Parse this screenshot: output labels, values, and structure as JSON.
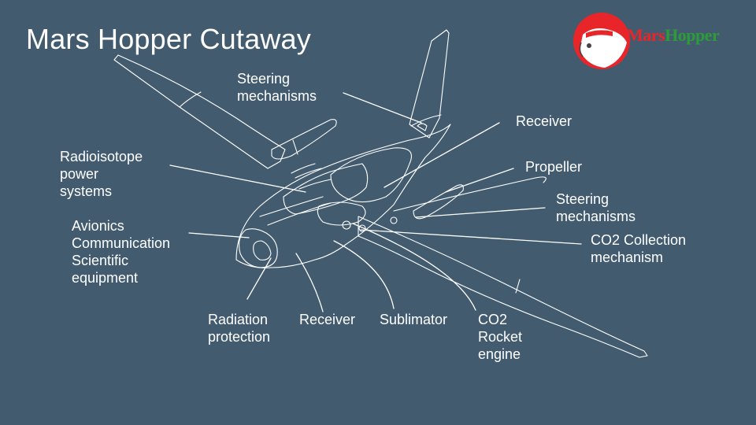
{
  "title": "Mars Hopper Cutaway",
  "logo": {
    "part1": "Mars",
    "part2": "Hopper",
    "color1": "#e8262a",
    "color2": "#2e9b3a"
  },
  "labels": {
    "steering_top": "Steering\nmechanisms",
    "receiver_right": "Receiver",
    "propeller": "Propeller",
    "steering_right": "Steering\nmechanisms",
    "co2_collection": "CO2 Collection\nmechanism",
    "radioisotope": "Radioisotope\npower\nsystems",
    "avionics": "Avionics\nCommunication\nScientific\nequipment",
    "radiation": "Radiation\nprotection",
    "receiver_bottom": "Receiver",
    "sublimator": "Sublimator",
    "co2_engine": "CO2\nRocket\nengine"
  },
  "colors": {
    "background": "#425b6f",
    "line": "#ffffff"
  }
}
